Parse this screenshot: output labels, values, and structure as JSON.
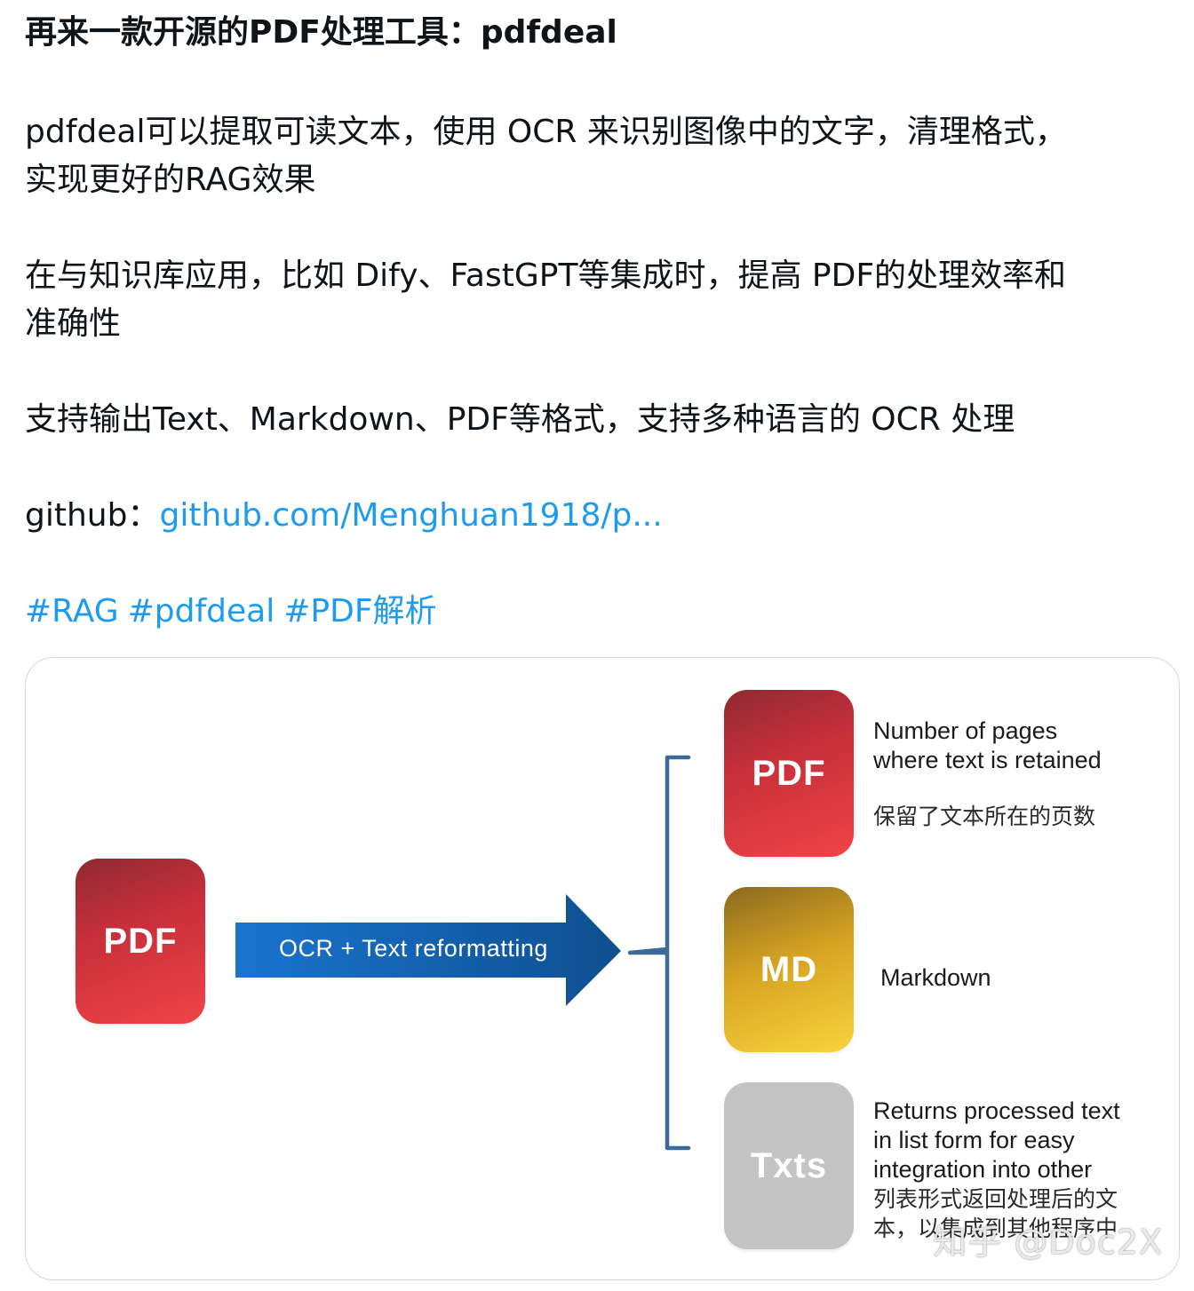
{
  "post": {
    "title": "再来一款开源的PDF处理工具：pdfdeal",
    "p1_line1": "pdfdeal可以提取可读文本，使用 OCR 来识别图像中的文字，清理格式，",
    "p1_line2": "实现更好的RAG效果",
    "p2_line1": "在与知识库应用，比如 Dify、FastGPT等集成时，提高 PDF的处理效率和",
    "p2_line2": "准确性",
    "p3": "支持输出Text、Markdown、PDF等格式，支持多种语言的 OCR 处理",
    "github_label": "github：",
    "github_link": "github.com/Menghuan1918/p...",
    "hashtags": [
      "#RAG",
      "#pdfdeal",
      "#PDF解析"
    ]
  },
  "diagram": {
    "source_tile": "PDF",
    "arrow_label": "OCR + Text reformatting",
    "outputs": [
      {
        "tile": "PDF",
        "desc_en_line1": "Number of pages",
        "desc_en_line2": "where text is retained",
        "desc_cn": "保留了文本所在的页数"
      },
      {
        "tile": "MD",
        "desc_en_line1": "Markdown"
      },
      {
        "tile": "Txts",
        "desc_en_line1": "Returns processed text",
        "desc_en_line2": "in list form for easy",
        "desc_en_line3": "integration into other",
        "desc_cn_line1": "列表形式返回处理后的文",
        "desc_cn_line2": "本，以集成到其他程序中"
      }
    ],
    "watermark": "知乎 @Doc2X",
    "colors": {
      "arrow": "#1466b8",
      "bracket": "#3f6a96",
      "red_tile": "#e0383e",
      "gold_tile": "#e9bd2c",
      "grey_tile": "#c4c4c4",
      "link": "#1d9bf0"
    }
  }
}
